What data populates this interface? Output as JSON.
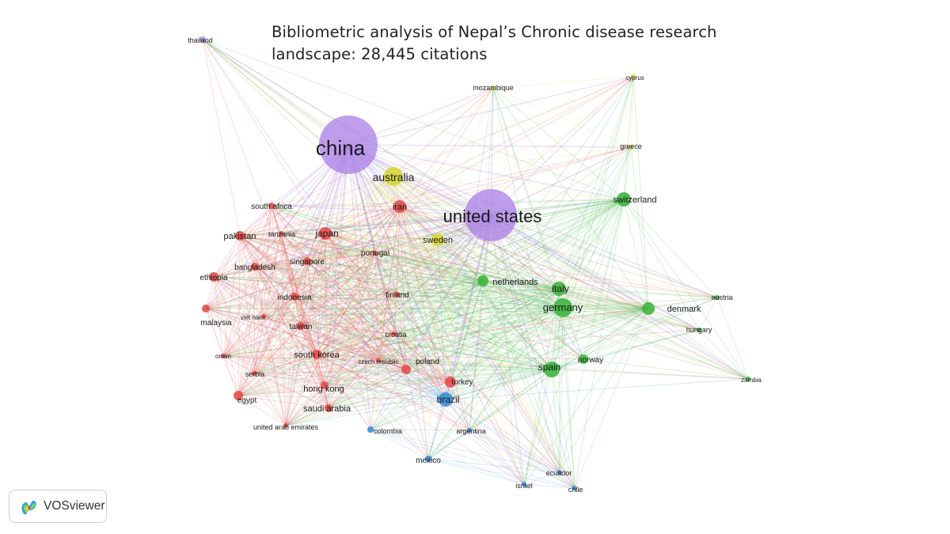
{
  "title": {
    "line1": "Bibliometric analysis of Nepal’s Chronic disease research",
    "line2": "landscape: 28,445 citations"
  },
  "app": {
    "name": "VOSviewer",
    "logo_icon": "vosviewer-logo-icon"
  },
  "clusters": {
    "red": "#e74c4c",
    "green": "#3fb53f",
    "blue": "#3b8fd6",
    "yellow": "#d6d63a",
    "purple": "#a97ee6"
  },
  "nodes": [
    {
      "label": "china",
      "cluster": "purple",
      "weight": 10
    },
    {
      "label": "united states",
      "cluster": "purple",
      "weight": 9
    },
    {
      "label": "australia",
      "cluster": "yellow",
      "weight": 4
    },
    {
      "label": "thailand",
      "cluster": "purple",
      "weight": 1
    },
    {
      "label": "mozambique",
      "cluster": "yellow",
      "weight": 1
    },
    {
      "label": "cyprus",
      "cluster": "yellow",
      "weight": 1
    },
    {
      "label": "greece",
      "cluster": "yellow",
      "weight": 1
    },
    {
      "label": "switzerland",
      "cluster": "green",
      "weight": 2
    },
    {
      "label": "iran",
      "cluster": "red",
      "weight": 2
    },
    {
      "label": "south africa",
      "cluster": "red",
      "weight": 2
    },
    {
      "label": "pakistan",
      "cluster": "red",
      "weight": 2
    },
    {
      "label": "tanzania",
      "cluster": "red",
      "weight": 1
    },
    {
      "label": "japan",
      "cluster": "red",
      "weight": 2
    },
    {
      "label": "sweden",
      "cluster": "yellow",
      "weight": 2
    },
    {
      "label": "portugal",
      "cluster": "red",
      "weight": 1
    },
    {
      "label": "singapore",
      "cluster": "red",
      "weight": 2
    },
    {
      "label": "bangladesh",
      "cluster": "red",
      "weight": 2
    },
    {
      "label": "ethiopia",
      "cluster": "red",
      "weight": 2
    },
    {
      "label": "netherlands",
      "cluster": "green",
      "weight": 2
    },
    {
      "label": "italy",
      "cluster": "green",
      "weight": 2
    },
    {
      "label": "indonesia",
      "cluster": "red",
      "weight": 2
    },
    {
      "label": "finland",
      "cluster": "red",
      "weight": 1
    },
    {
      "label": "germany",
      "cluster": "green",
      "weight": 3
    },
    {
      "label": "denmark",
      "cluster": "green",
      "weight": 2
    },
    {
      "label": "austria",
      "cluster": "green",
      "weight": 1
    },
    {
      "label": "malaysia",
      "cluster": "red",
      "weight": 2
    },
    {
      "label": "viet nam",
      "cluster": "red",
      "weight": 1
    },
    {
      "label": "taiwan",
      "cluster": "red",
      "weight": 2
    },
    {
      "label": "hungary",
      "cluster": "green",
      "weight": 1
    },
    {
      "label": "croatia",
      "cluster": "red",
      "weight": 1
    },
    {
      "label": "south korea",
      "cluster": "red",
      "weight": 2
    },
    {
      "label": "oman",
      "cluster": "red",
      "weight": 1
    },
    {
      "label": "czech republic",
      "cluster": "red",
      "weight": 1
    },
    {
      "label": "poland",
      "cluster": "red",
      "weight": 2
    },
    {
      "label": "norway",
      "cluster": "green",
      "weight": 1
    },
    {
      "label": "spain",
      "cluster": "green",
      "weight": 3
    },
    {
      "label": "serbia",
      "cluster": "red",
      "weight": 1
    },
    {
      "label": "turkey",
      "cluster": "red",
      "weight": 2
    },
    {
      "label": "zambia",
      "cluster": "green",
      "weight": 1
    },
    {
      "label": "hong kong",
      "cluster": "red",
      "weight": 2
    },
    {
      "label": "egypt",
      "cluster": "red",
      "weight": 2
    },
    {
      "label": "brazil",
      "cluster": "blue",
      "weight": 2
    },
    {
      "label": "saudi arabia",
      "cluster": "red",
      "weight": 2
    },
    {
      "label": "united arab emirates",
      "cluster": "red",
      "weight": 1
    },
    {
      "label": "colombia",
      "cluster": "blue",
      "weight": 1
    },
    {
      "label": "argentina",
      "cluster": "blue",
      "weight": 1
    },
    {
      "label": "mexico",
      "cluster": "blue",
      "weight": 1
    },
    {
      "label": "ecuador",
      "cluster": "blue",
      "weight": 1
    },
    {
      "label": "israel",
      "cluster": "blue",
      "weight": 1
    },
    {
      "label": "chile",
      "cluster": "blue",
      "weight": 1
    }
  ]
}
